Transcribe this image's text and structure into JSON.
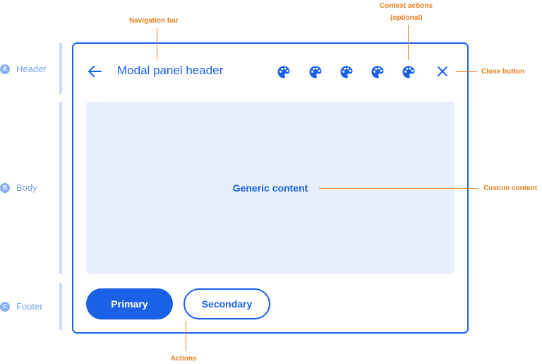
{
  "sections": [
    {
      "badge": "A",
      "label": "Header"
    },
    {
      "badge": "B",
      "label": "Body"
    },
    {
      "badge": "C",
      "label": "Footer"
    }
  ],
  "modal": {
    "title": "Modal panel header",
    "back_icon": "arrow-left-icon",
    "context_icon": "palette-icon",
    "context_icon_count": 5,
    "close_icon": "close-icon",
    "body_text": "Generic content",
    "primary_label": "Primary",
    "secondary_label": "Secondary"
  },
  "annotations": {
    "navigation_bar": "Navigation bar",
    "context_actions_line1": "Context actions",
    "context_actions_line2": "(optional)",
    "close_button": "Close button",
    "custom_content": "Custom content",
    "actions": "Actions"
  },
  "colors": {
    "accent": "#1a61e6",
    "annotation": "#ea7e1f",
    "body_fill": "#e8effc",
    "section_label": "#7aa3e8",
    "section_bar": "#c9dafc"
  }
}
